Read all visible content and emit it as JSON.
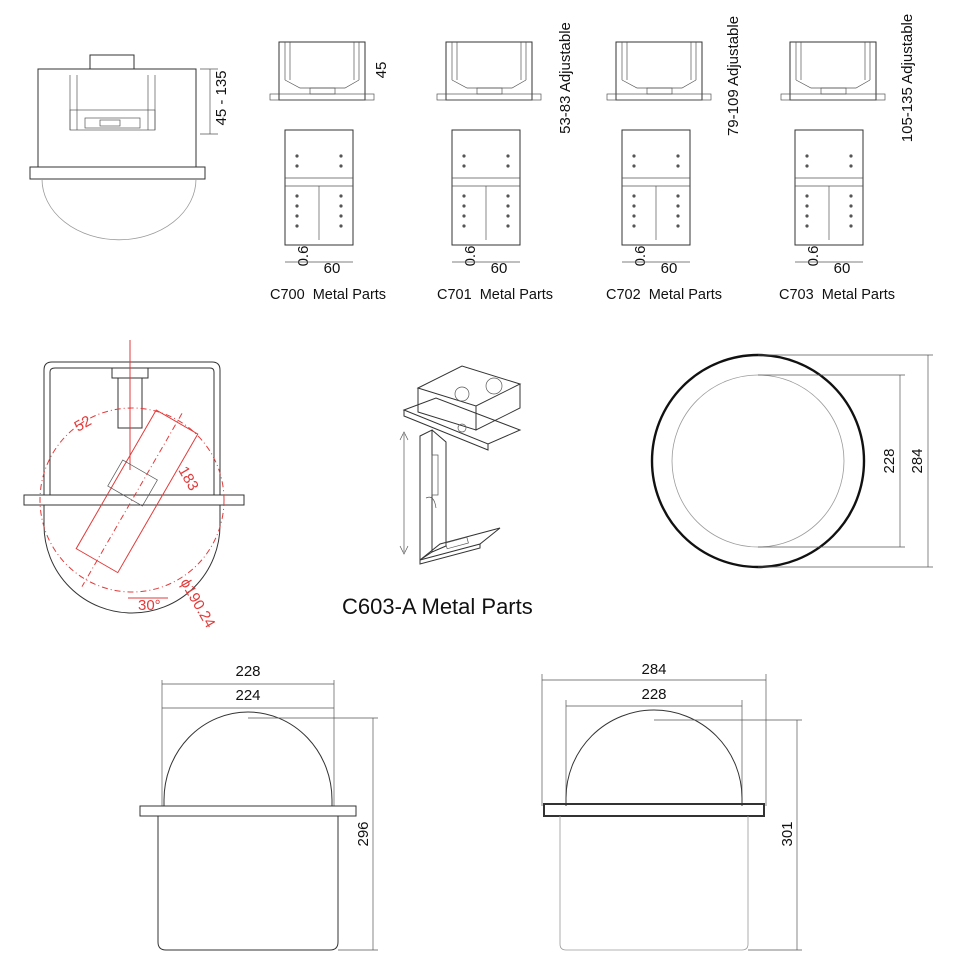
{
  "colors": {
    "line": "#333333",
    "accent": "#e23b3b",
    "background": "#ffffff"
  },
  "top_left": {
    "height_dim": "45 - 135"
  },
  "parts": [
    {
      "id": "c700",
      "caption": "C700  Metal Parts",
      "top_dim": "45",
      "side_dim": "0.6",
      "bottom_dim": "60"
    },
    {
      "id": "c701",
      "caption": "C701  Metal Parts",
      "top_dim": "53-83 Adjustable",
      "side_dim": "0.6",
      "bottom_dim": "60"
    },
    {
      "id": "c702",
      "caption": "C702  Metal Parts",
      "top_dim": "79-109 Adjustable",
      "side_dim": "0.6",
      "bottom_dim": "60"
    },
    {
      "id": "c703",
      "caption": "C703  Metal Parts",
      "top_dim": "105-135 Adjustable",
      "side_dim": "0.6",
      "bottom_dim": "60"
    }
  ],
  "tilt_view": {
    "dim_52": "52",
    "dim_183": "183",
    "dim_30": "30°",
    "dim_diameter": "ϕ190.24"
  },
  "bracket": {
    "caption": "C603-A Metal Parts"
  },
  "top_view": {
    "inner_dim": "228",
    "outer_dim": "284"
  },
  "front_view_a": {
    "outer_width": "228",
    "inner_width": "224",
    "height": "296"
  },
  "front_view_b": {
    "outer_width": "284",
    "inner_width": "228",
    "height": "301"
  }
}
